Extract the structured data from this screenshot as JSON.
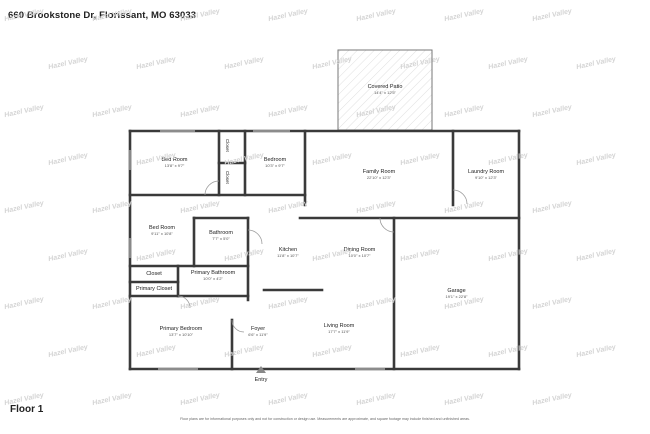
{
  "header": {
    "address": "660 Brookstone Dr, Florissant, MO 63033"
  },
  "floor_label": "Floor 1",
  "disclaimer": "Floor plans are for informational purposes only and not for construction or design use. Measurements are approximate, and square footage may include finished and unfinished areas.",
  "watermark_text": "Hazel Valley",
  "colors": {
    "wall": "#3a3a3a",
    "patio_fill": "#f2f2f2",
    "door_arc": "#9a9a9a"
  },
  "rooms": [
    {
      "id": "covered-patio",
      "name": "Covered Patio",
      "dims": "14'4\" x 12'5\""
    },
    {
      "id": "bed-room-1",
      "name": "Bed Room",
      "dims": "13'8\" x 9'7\""
    },
    {
      "id": "closet-1",
      "name": "Closet",
      "dims": ""
    },
    {
      "id": "closet-2",
      "name": "Closet",
      "dims": ""
    },
    {
      "id": "bedroom",
      "name": "Bedroom",
      "dims": "10'3\" x 9'7\""
    },
    {
      "id": "family-room",
      "name": "Family Room",
      "dims": "22'10\" x 12'3\""
    },
    {
      "id": "laundry-room",
      "name": "Laundry Room",
      "dims": "9'10\" x 12'3\""
    },
    {
      "id": "bed-room-2",
      "name": "Bed Room",
      "dims": "9'11\" x 10'8\""
    },
    {
      "id": "bathroom",
      "name": "Bathroom",
      "dims": "7'7\" x 5'0\""
    },
    {
      "id": "kitchen",
      "name": "Kitchen",
      "dims": "11'8\" x 10'7\""
    },
    {
      "id": "dining-room",
      "name": "Dining Room",
      "dims": "10'0\" x 10'7\""
    },
    {
      "id": "garage",
      "name": "Garage",
      "dims": "19'1\" x 22'8\""
    },
    {
      "id": "closet-3",
      "name": "Closet",
      "dims": ""
    },
    {
      "id": "primary-bathroom",
      "name": "Primary Bathroom",
      "dims": "10'0\" x 4'2\""
    },
    {
      "id": "primary-closet",
      "name": "Primary Closet",
      "dims": ""
    },
    {
      "id": "primary-bedroom",
      "name": "Primary Bedroom",
      "dims": "13'7\" x 10'10\""
    },
    {
      "id": "foyer",
      "name": "Foyer",
      "dims": "6'6\" x 11'9\""
    },
    {
      "id": "living-room",
      "name": "Living Room",
      "dims": "17'7\" x 11'9\""
    }
  ],
  "entry_label": "Entry"
}
